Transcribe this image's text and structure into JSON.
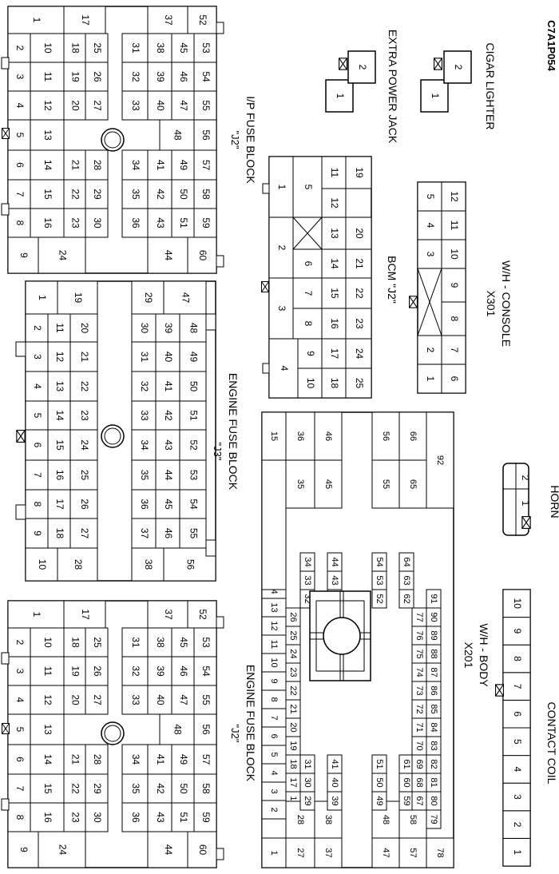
{
  "figure_id": "C7A1P054",
  "connectors": {
    "ip_fuse_block": {
      "label": "I/P FUSE BLOCK",
      "sublabel": "\"J2\""
    },
    "engine_fuse_block_j3": {
      "label": "ENGINE FUSE BLOCK",
      "sublabel": "\"J3\""
    },
    "engine_fuse_block_j2": {
      "label": "ENGINE FUSE BLOCK",
      "sublabel": "\"J2\""
    },
    "bcm_j2": {
      "label": "BCM \"J2\""
    },
    "extra_power_jack": {
      "label": "EXTRA POWER JACK"
    },
    "cigar_lighter": {
      "label": "CIGAR LIGHTER"
    },
    "x301": {
      "label": "X301",
      "sublabel": "W/H - CONSOLE"
    },
    "x201": {
      "label": "X201",
      "sublabel": "W/H - BODY"
    },
    "horn": {
      "label": "HORN"
    },
    "contact_coil": {
      "label": "CONTACT COIL"
    }
  }
}
